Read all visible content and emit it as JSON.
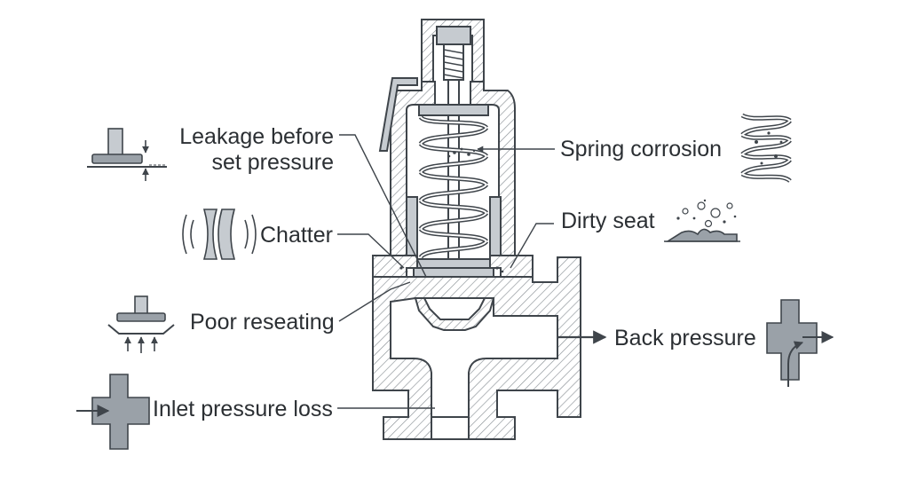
{
  "colors": {
    "ink": "#3f454b",
    "text": "#2b2f33",
    "hatch": "#8a9096",
    "steel": "#9aa1a8",
    "light_steel": "#c6cbd0",
    "background": "#ffffff"
  },
  "labels": {
    "leakage_line1": "Leakage before",
    "leakage_line2": "set pressure",
    "chatter": "Chatter",
    "poor_reseating": "Poor reseating",
    "inlet_pressure_loss": "Inlet pressure loss",
    "spring_corrosion": "Spring corrosion",
    "dirty_seat": "Dirty seat",
    "back_pressure": "Back pressure"
  },
  "icons": {
    "leakage": "disc-gap-icon",
    "chatter": "vibrating-spring-icon",
    "poor_reseating": "disc-upflow-icon",
    "inlet_pressure_loss": "pipe-cross-icon",
    "spring_corrosion": "corroded-spring-icon",
    "dirty_seat": "dirt-particles-icon",
    "back_pressure": "tee-outlet-icon"
  }
}
